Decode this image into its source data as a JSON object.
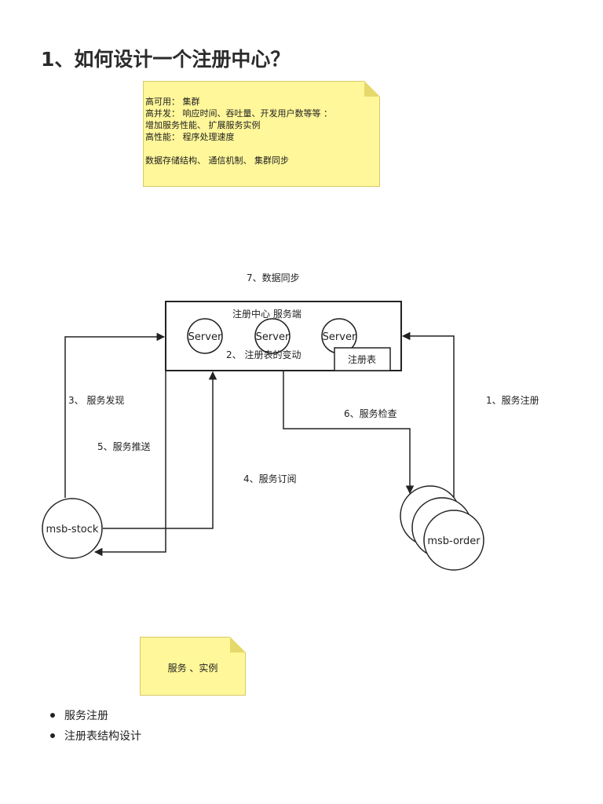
{
  "page": {
    "title": "1、如何设计一个注册中心？"
  },
  "sticky_notes": {
    "top_note_lines": [
      "高可用：  集群",
      "高并发：  响应时间、吞吐量、开发用户数等等 ：",
      "增加服务性能、 扩展服务实例",
      "高性能：  程序处理速度",
      "",
      "数据存储结构、 通信机制、 集群同步"
    ],
    "bottom_note": "服务 、实例"
  },
  "diagram": {
    "registry_box_label": "注册中心  服务端",
    "servers": [
      "Server",
      "Server",
      "Server"
    ],
    "registry_table": "注册表",
    "registry_change": "2、 注册表的变动",
    "sync_label": "7、数据同步",
    "discovery_label": "3、 服务发现",
    "push_label": "5、服务推送",
    "subscribe_label": "4、服务订阅",
    "health_check_label": "6、服务检查",
    "register_label": "1、服务注册",
    "stock_node": "msb-stock",
    "order_node": "msb-order"
  },
  "bullets": [
    "服务注册",
    "注册表结构设计"
  ],
  "colors": {
    "note_fill": "#fff799",
    "line": "#222222"
  }
}
